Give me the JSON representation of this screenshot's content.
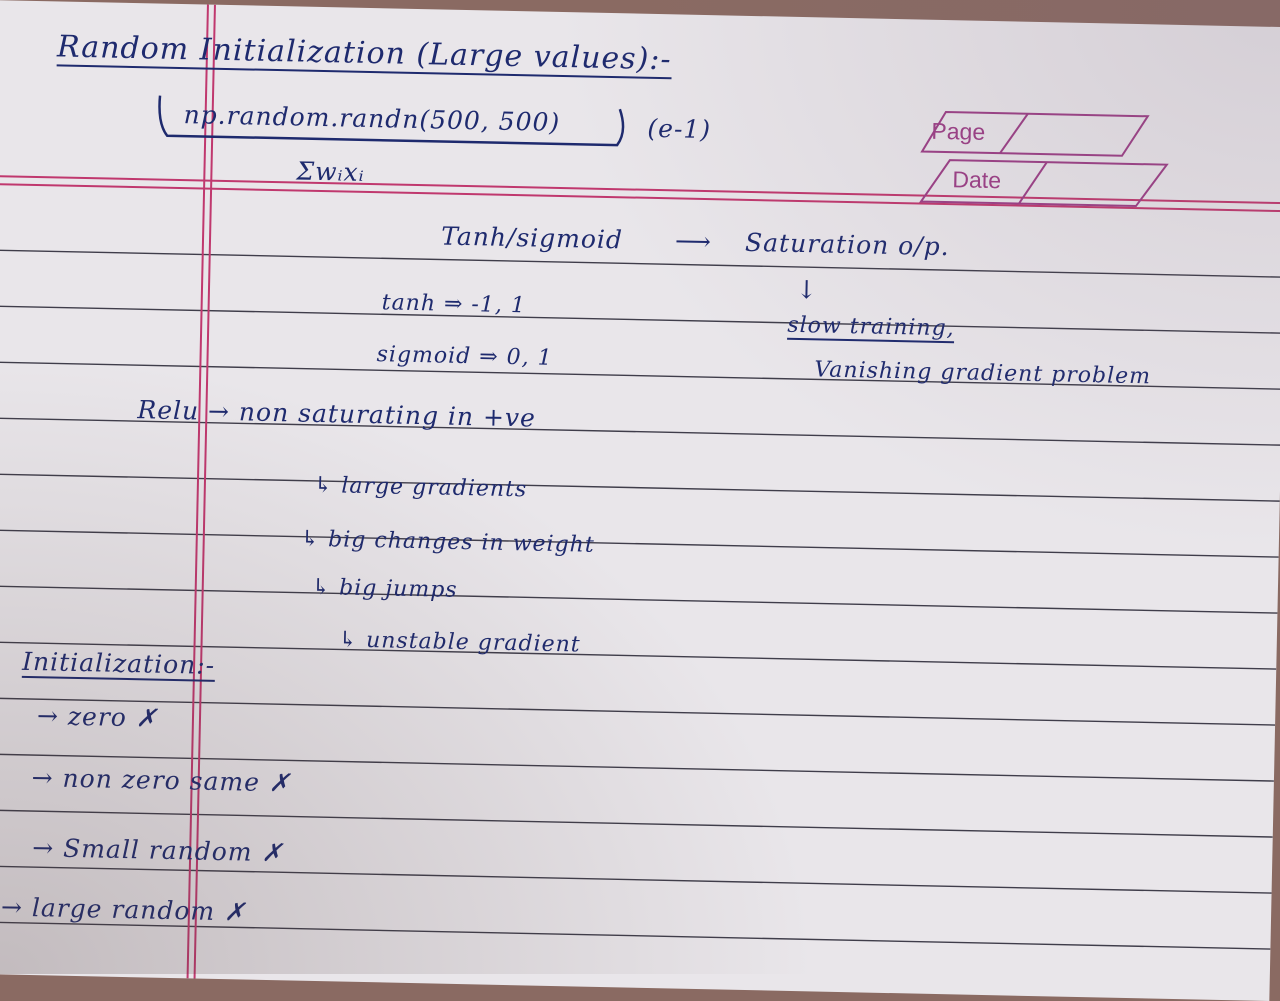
{
  "heading": {
    "title": "Random Initialization (Large values):-",
    "code": "np.random.randn(500, 500)",
    "code_suffix": "(e-1)",
    "sum": "Σwᵢxᵢ"
  },
  "stamp": {
    "page_label": "Page",
    "date_label": "Date"
  },
  "activation": {
    "line": "Tanh/sigmoid",
    "result": "Saturation o/p.",
    "tanh": "tanh ⇒ -1, 1",
    "sigmoid": "sigmoid ⇒ 0, 1",
    "down_arrow": "↓",
    "slow": "slow training,",
    "vanishing": "Vanishing gradient problem"
  },
  "relu": {
    "line": "Relu → non saturating in +ve",
    "chain": [
      "↳ large gradients",
      "↳ big changes in weight",
      "↳ big jumps",
      "↳ unstable gradient"
    ]
  },
  "initialization": {
    "title": "Initialization:-",
    "items": [
      "→ zero ✗",
      "→ non zero same ✗",
      "→ Small random ✗",
      "→ large random ✗"
    ]
  },
  "colors": {
    "ink": "#1e2a6e",
    "margin": "#c0386e",
    "rule": "#3f3d4a",
    "stamp": "#9c3f86"
  }
}
